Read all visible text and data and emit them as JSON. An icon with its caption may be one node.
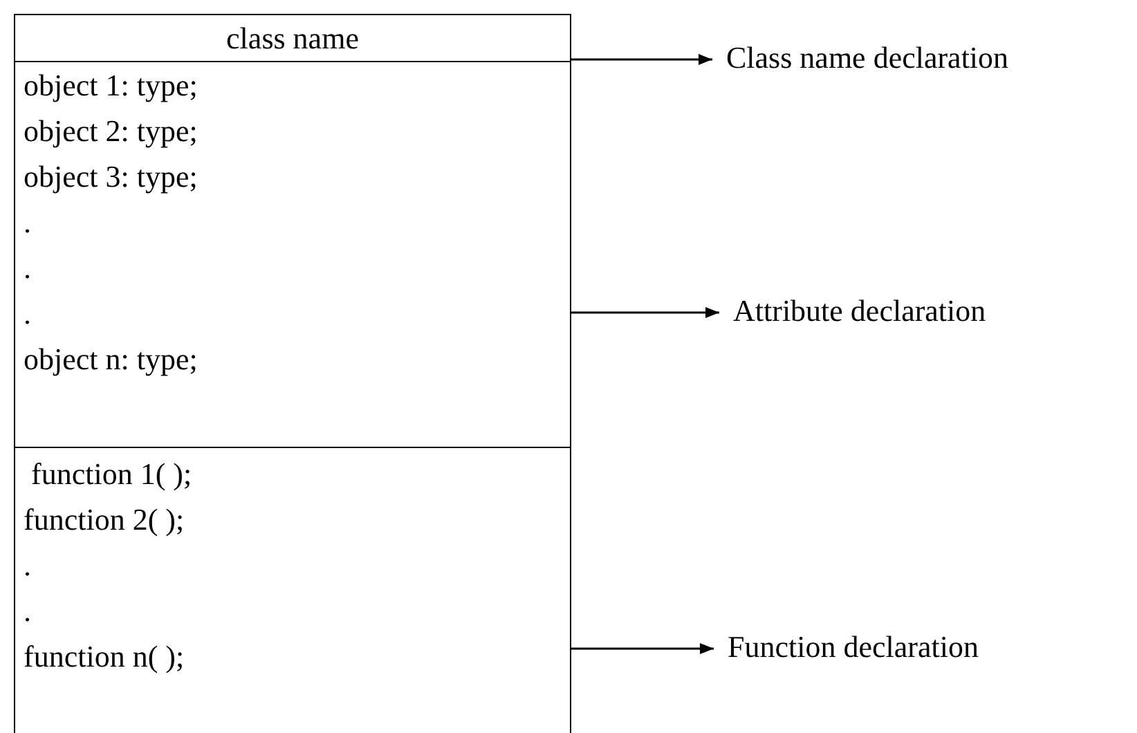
{
  "diagram": {
    "nodes": [
      {
        "text": [
          "class name"
        ]
      },
      {
        "text": [
          "object 1: type;",
          "object 2: type;",
          "object 3: type;",
          ".",
          ".",
          ".",
          "object n: type;"
        ]
      },
      {
        "text": [
          " function 1( );",
          "function 2( );",
          ".",
          ".",
          "function n( );"
        ]
      },
      {
        "text": [
          "Class name declaration"
        ]
      },
      {
        "text": [
          "Attribute declaration"
        ]
      },
      {
        "text": [
          "Function declaration"
        ]
      }
    ],
    "edges": [
      {
        "from": 0,
        "to": 3,
        "arrow": "to"
      },
      {
        "from": 1,
        "to": 4,
        "arrow": "to"
      },
      {
        "from": 2,
        "to": 5,
        "arrow": "to"
      }
    ]
  }
}
